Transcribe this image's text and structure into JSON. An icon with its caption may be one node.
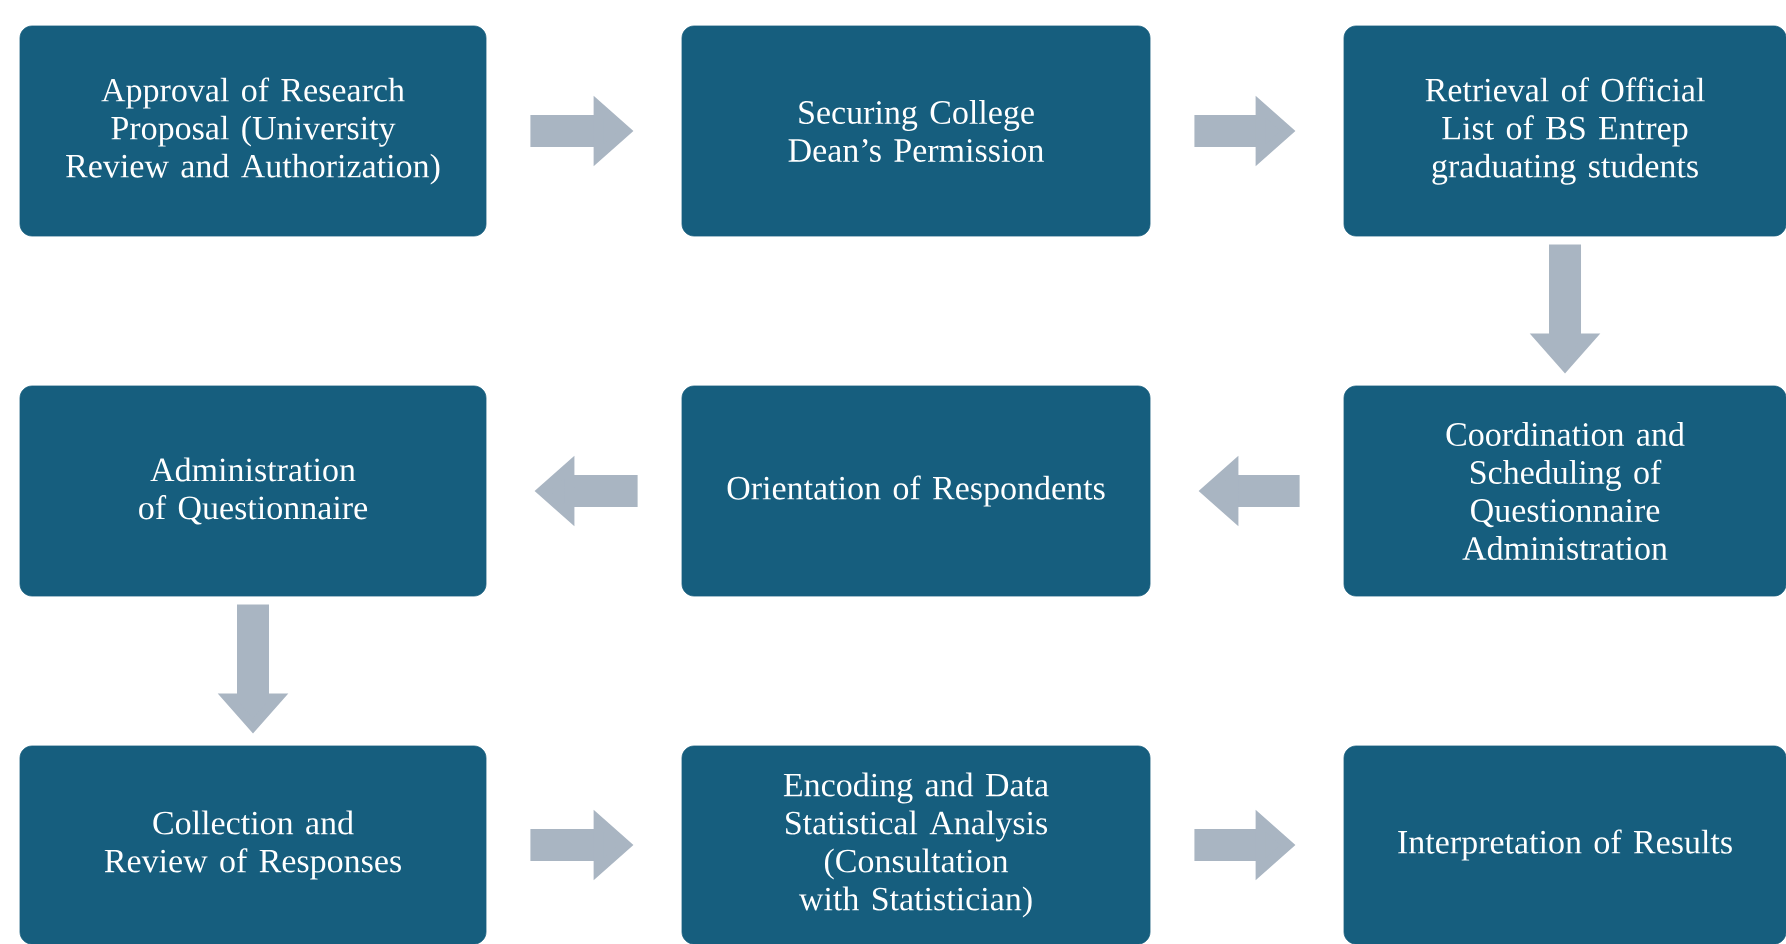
{
  "diagram": {
    "nodes": [
      {
        "text": [
          "Approval of Research Proposal (University Review and Authorization)"
        ]
      },
      {
        "text": [
          "Securing College Dean’s Permission"
        ]
      },
      {
        "text": [
          "Retrieval of Official List of BS Entrep graduating students"
        ]
      },
      {
        "text": [
          "Administration of Questionnaire"
        ]
      },
      {
        "text": [
          "Orientation of Respondents"
        ]
      },
      {
        "text": [
          "Coordination and Scheduling of Questionnaire Administration"
        ]
      },
      {
        "text": [
          "Collection and Review of Responses"
        ]
      },
      {
        "text": [
          "Encoding and Data Statistical Analysis (Consultation with Statistician)"
        ]
      },
      {
        "text": [
          "Interpretation of Results"
        ]
      }
    ],
    "edges": [
      {
        "from": 0,
        "to": 1,
        "arrow": "to"
      },
      {
        "from": 1,
        "to": 2,
        "arrow": "to"
      },
      {
        "from": 2,
        "to": 5,
        "arrow": "to"
      },
      {
        "from": 5,
        "to": 4,
        "arrow": "to"
      },
      {
        "from": 4,
        "to": 3,
        "arrow": "to"
      },
      {
        "from": 3,
        "to": 6,
        "arrow": "to"
      },
      {
        "from": 6,
        "to": 7,
        "arrow": "to"
      },
      {
        "from": 7,
        "to": 8,
        "arrow": "to"
      }
    ]
  }
}
